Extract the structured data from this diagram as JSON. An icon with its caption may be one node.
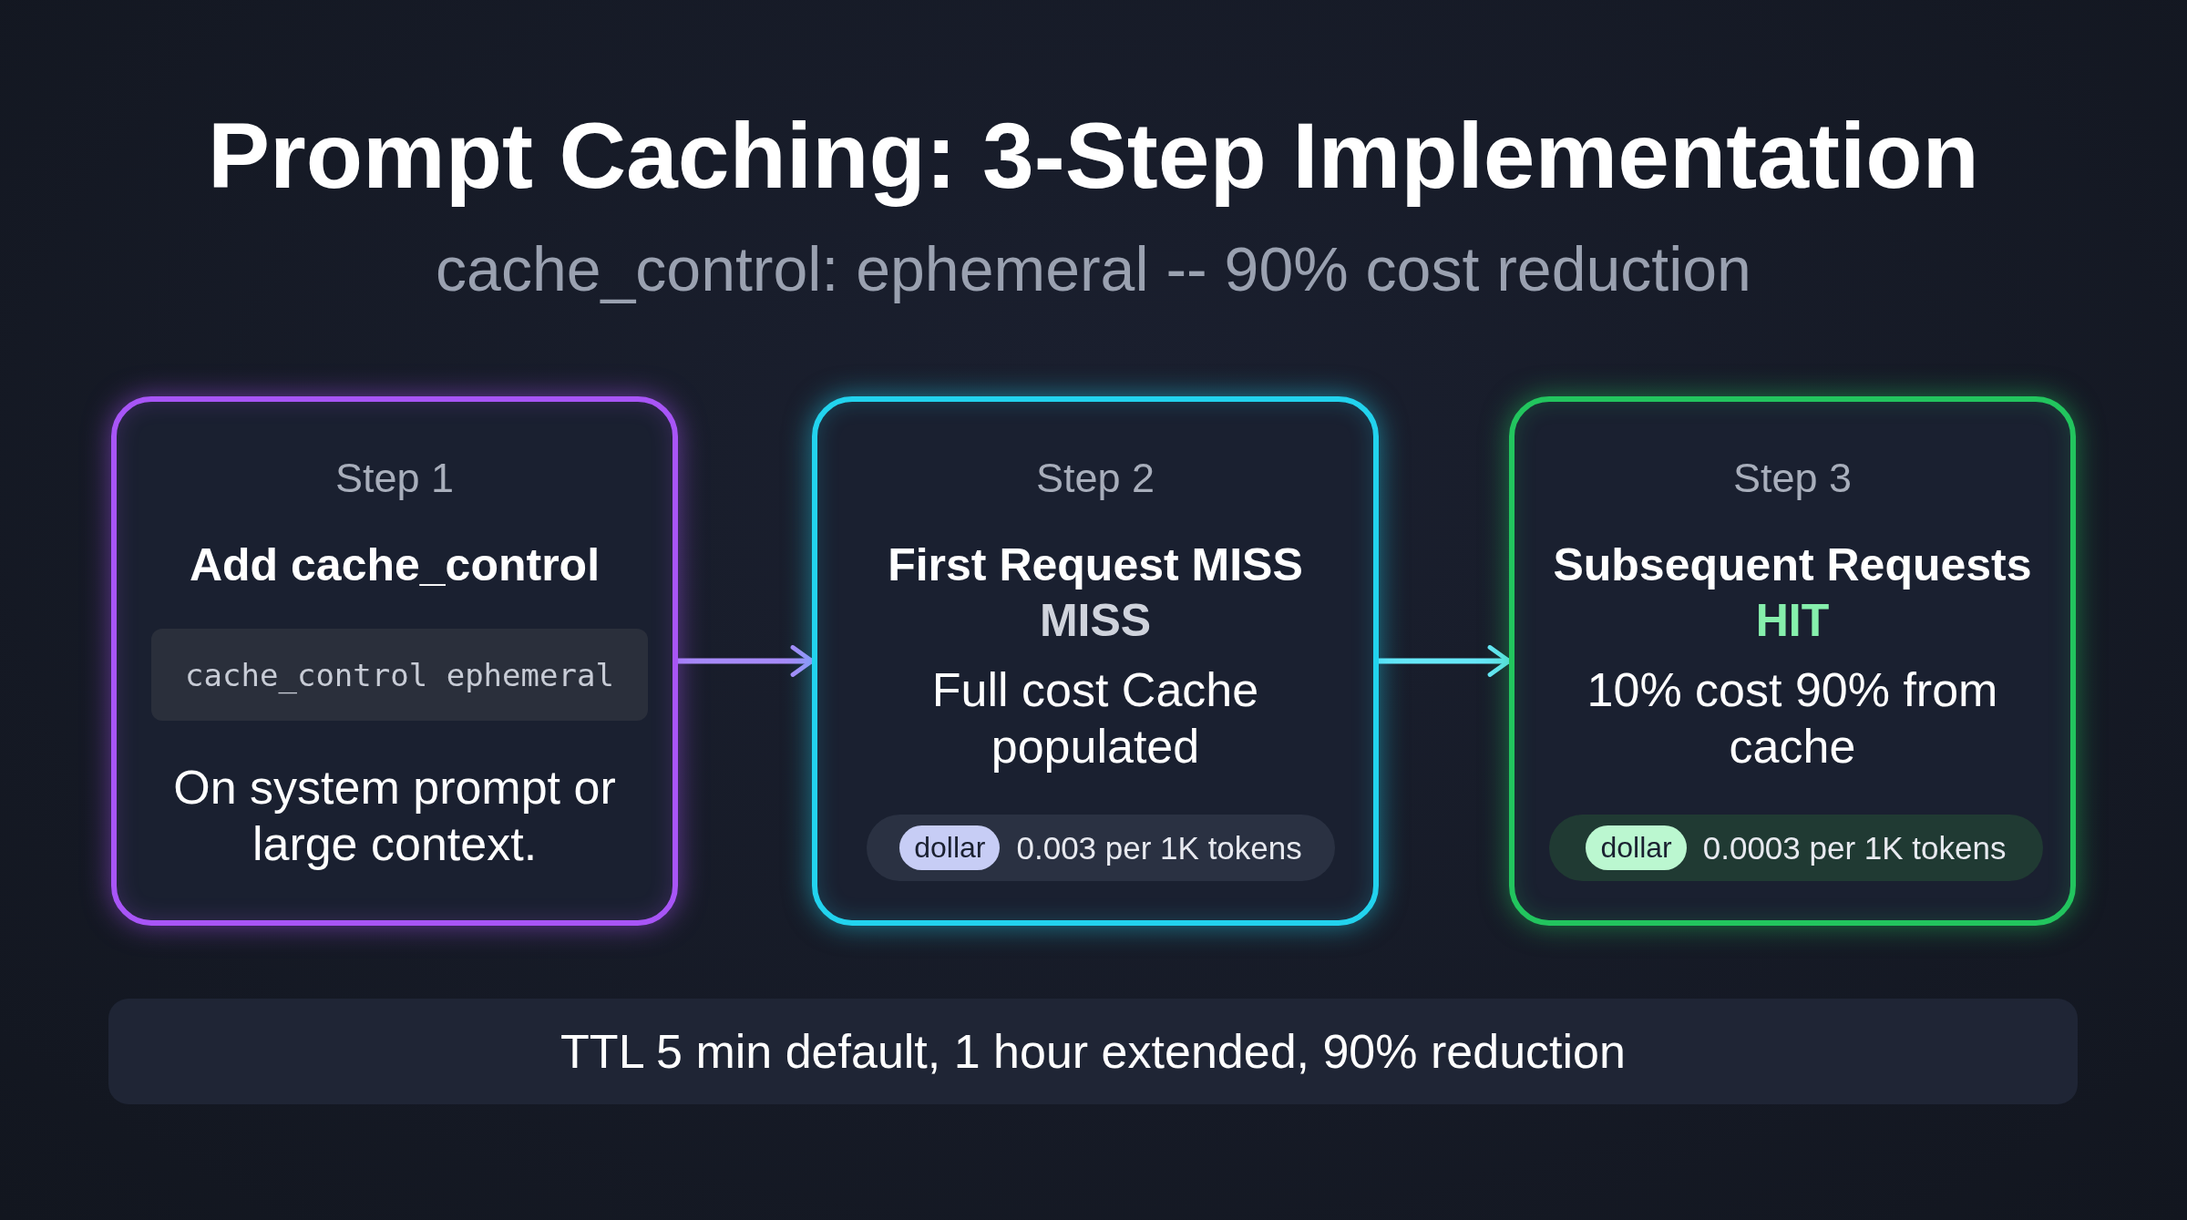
{
  "diagram": {
    "title": "Prompt Caching: 3-Step Implementation",
    "caption": "cache_control: ephemeral -- 90% cost reduction",
    "nodes": [
      {
        "text": [
          "Step 1",
          "Add cache_control",
          "On system prompt or large context."
        ]
      },
      {
        "text": [
          "cache_control ephemeral"
        ],
        "in": 0
      },
      {
        "text": [
          "Step 2",
          "First Request MISS",
          "MISS",
          "Full cost Cache populated"
        ]
      },
      {
        "text": [
          "0.003 per 1K tokens"
        ],
        "in": 2
      },
      {
        "text": [
          "dollar"
        ],
        "in": 3
      },
      {
        "text": [
          "Step 3",
          "Subsequent Requests",
          "HIT",
          "10% cost 90% from cache"
        ]
      },
      {
        "text": [
          "0.0003 per 1K tokens"
        ],
        "in": 5
      },
      {
        "text": [
          "dollar"
        ],
        "in": 6
      },
      {
        "text": [
          "TTL 5 min default, 1 hour extended, 90% reduction"
        ]
      }
    ],
    "edges": [
      {
        "from": 0,
        "to": 2,
        "arrow": "to",
        "color": "#a78bfa"
      },
      {
        "from": 2,
        "to": 5,
        "arrow": "to",
        "color": "#67e8f9"
      }
    ]
  }
}
